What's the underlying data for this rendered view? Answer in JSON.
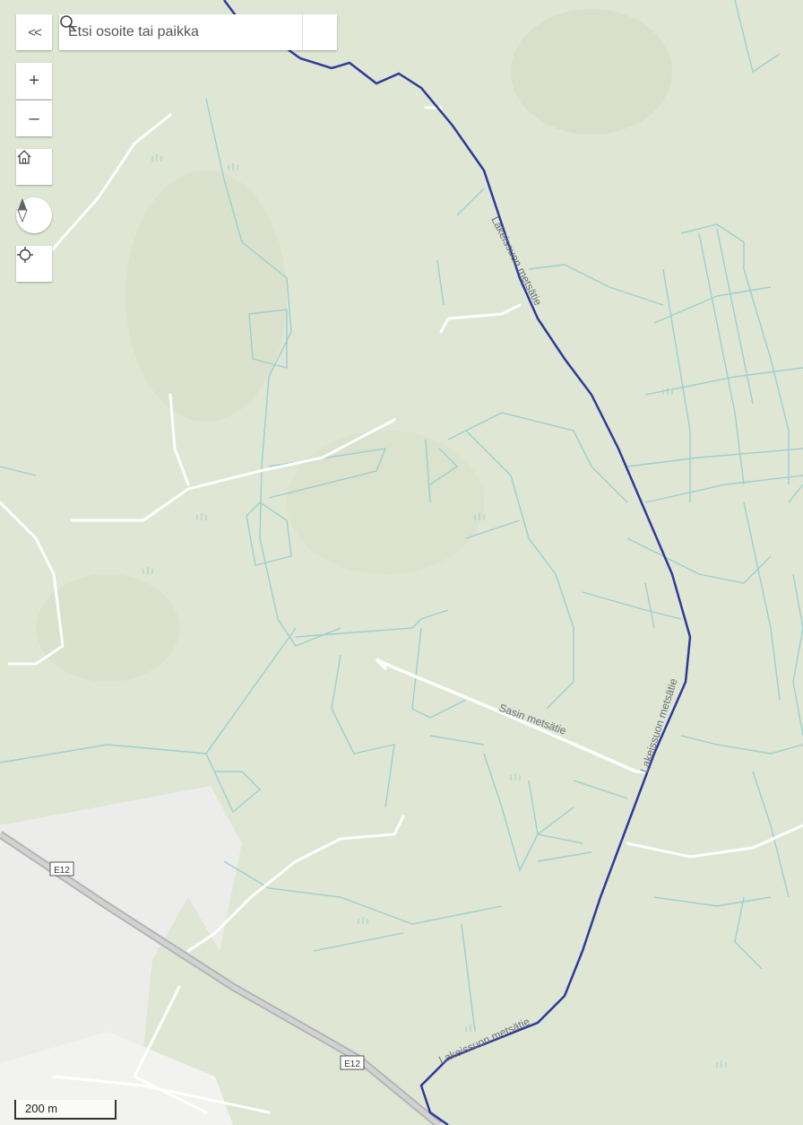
{
  "search": {
    "placeholder": "Etsi osoite tai paikka"
  },
  "controls": {
    "collapse_label": "<<",
    "zoom_in_label": "+",
    "zoom_out_label": "–"
  },
  "map": {
    "road_labels": {
      "lakeissuon_1": "Lakeissuon metsätie",
      "lakeissuon_2": "Lakeissuon metsätie",
      "lakeissuon_3": "Lakeissuon metsätie",
      "sasin": "Sasin metsätie"
    },
    "highway_shields": {
      "e12_top": "E12",
      "e12_bottom": "E12"
    },
    "colors": {
      "land": "#dfe6d3",
      "urban": "#ececea",
      "water_lines": "#9bd0d2",
      "road": "#ffffff",
      "route": "#2e3a9a",
      "highway": "#b8b8b8"
    }
  },
  "scale": {
    "label": "200 m"
  }
}
